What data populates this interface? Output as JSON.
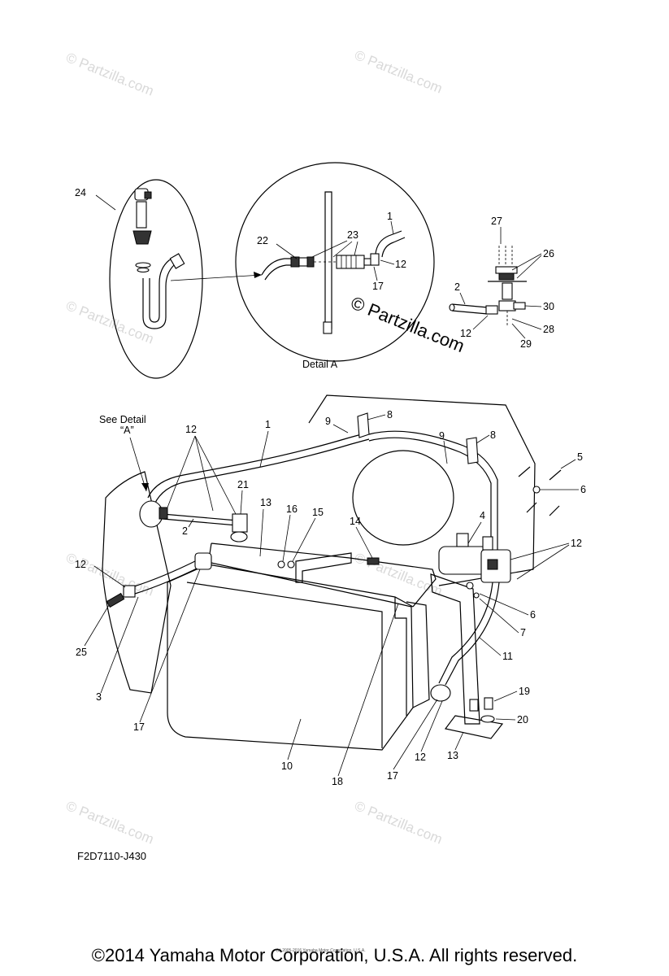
{
  "watermark": {
    "text": "© Partzilla.com",
    "big_text": "© Partzilla.com"
  },
  "detail": {
    "caption": "Detail A",
    "see_detail_line1": "See Detail",
    "see_detail_line2": "“A”"
  },
  "diagram_code": "F2D7110-J430",
  "small_notice": "(c) 2005-2016 Yamaha Motor Corporation, U.S.A.",
  "copyright": "©2014 Yamaha Motor Corporation, U.S.A. All rights reserved.",
  "callouts": {
    "c24": "24",
    "c22": "22",
    "c23": "23",
    "c1a": "1",
    "c12a": "12",
    "c17a": "17",
    "c27": "27",
    "c26": "26",
    "c2a": "2",
    "c30": "30",
    "c12b": "12",
    "c28": "28",
    "c29": "29",
    "c1b": "1",
    "c12c": "12",
    "c9a": "9",
    "c8a": "8",
    "c9b": "9",
    "c8b": "8",
    "c5": "5",
    "c6a": "6",
    "c21": "21",
    "c13a": "13",
    "c16": "16",
    "c15": "15",
    "c2b": "2",
    "c14": "14",
    "c4": "4",
    "c12d": "12",
    "c12e": "12",
    "c25": "25",
    "c6b": "6",
    "c7": "7",
    "c11": "11",
    "c3": "3",
    "c17b": "17",
    "c19": "19",
    "c20": "20",
    "c10": "10",
    "c18": "18",
    "c17c": "17",
    "c12f": "12",
    "c13b": "13"
  }
}
